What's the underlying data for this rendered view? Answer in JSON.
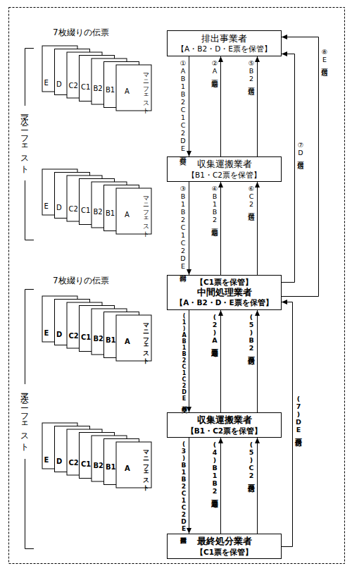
{
  "diagram": {
    "nodes": [
      {
        "text": [
          "排出事業者",
          "【A・B2・D・E票を保管】"
        ]
      },
      {
        "text": [
          "収集運搬業者",
          "【B1・C2票を保管】"
        ]
      },
      {
        "text": [
          "【C1票を保管】",
          "中間処理業者",
          "【A・B2・D・E票を保管】"
        ]
      },
      {
        "text": [
          "収集運搬業者",
          "【B1・C2票を保管】"
        ]
      },
      {
        "text": [
          "最終処分業者",
          "【C1票を保管】"
        ]
      }
    ],
    "edges": [
      {
        "from": 0,
        "to": 1,
        "arrow": "to",
        "label": "①AB1B2C1C2DE票交付"
      },
      {
        "from": 1,
        "to": 0,
        "arrow": "to",
        "label": "②A票返却"
      },
      {
        "from": 1,
        "to": 0,
        "arrow": "to",
        "label": "⑤B2票送付"
      },
      {
        "from": 1,
        "to": 2,
        "arrow": "to",
        "label": "③B1B2C1C2DE票回付"
      },
      {
        "from": 2,
        "to": 1,
        "arrow": "to",
        "label": "④B1B2票返却"
      },
      {
        "from": 2,
        "to": 1,
        "arrow": "to",
        "label": "⑥C2票送付"
      },
      {
        "from": 2,
        "to": 0,
        "arrow": "to",
        "label": "⑦D票送付"
      },
      {
        "from": 2,
        "to": 0,
        "arrow": "to",
        "label": "⑧E票送付"
      },
      {
        "from": 2,
        "to": 3,
        "arrow": "to",
        "label": "(1)AB1B2C1C2DE票交付"
      },
      {
        "from": 3,
        "to": 2,
        "arrow": "to",
        "label": "(2)A票返却"
      },
      {
        "from": 3,
        "to": 2,
        "arrow": "to",
        "label": "(5)B2票送付"
      },
      {
        "from": 3,
        "to": 4,
        "arrow": "to",
        "label": "(3)B1B2C1C2DE票回付"
      },
      {
        "from": 4,
        "to": 3,
        "arrow": "to",
        "label": "(4)B1B2票返却"
      },
      {
        "from": 4,
        "to": 3,
        "arrow": "to",
        "label": "(5)C2票送付"
      },
      {
        "from": 4,
        "to": 2,
        "arrow": "to",
        "label": "(7)DE票送付"
      }
    ],
    "labels": [
      "7枚綴りの伝票",
      "一次マニフェスト",
      "E",
      "D",
      "C2",
      "C1",
      "B2",
      "B1",
      "A",
      "マニフェスト",
      "E",
      "D",
      "C2",
      "C1",
      "B2",
      "B1",
      "A",
      "マニフェスト",
      "7枚綴りの伝票",
      "二次マニフェスト",
      "E",
      "D",
      "C2",
      "C1",
      "B2",
      "B1",
      "A",
      "マニフェスト",
      "E",
      "D",
      "C2",
      "C1",
      "B2",
      "B1",
      "A",
      "マニフェスト"
    ]
  }
}
